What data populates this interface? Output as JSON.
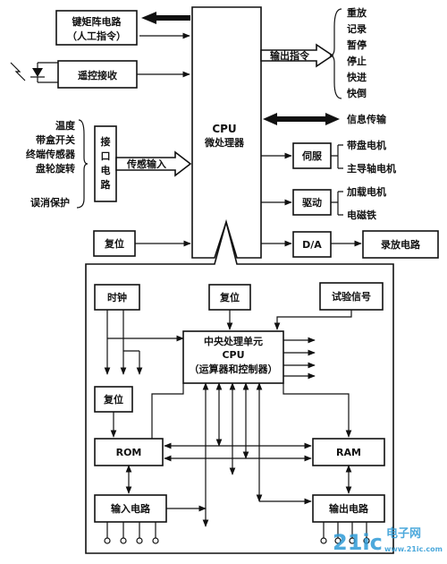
{
  "top": {
    "keyboard": [
      "键矩阵电路",
      "（人工指令）"
    ],
    "remote": "遥控接收",
    "cpu": [
      "CPU",
      "微处理器"
    ],
    "output_cmd": "输出指令",
    "output_items": [
      "重放",
      "记录",
      "暂停",
      "停止",
      "快进",
      "快倒"
    ],
    "info": "信息传输",
    "sensors": [
      "温度",
      "带盒开关",
      "终端传感器",
      "盘轮旋转"
    ],
    "protect": "误消保护",
    "interface": "接口电路",
    "sensor_in": "传感输入",
    "servo": "伺服",
    "servo_items": [
      "带盘电机",
      "主导轴电机"
    ],
    "drive": "驱动",
    "drive_items": [
      "加载电机",
      "电磁铁"
    ],
    "reset": "复位",
    "da": "D/A",
    "record": "录放电路"
  },
  "detail": {
    "clock": "时钟",
    "reset_top": "复位",
    "test": "试验信号",
    "cpu_unit": [
      "中央处理单元",
      "CPU",
      "（运算器和控制器）"
    ],
    "reset_left": "复位",
    "rom": "ROM",
    "ram": "RAM",
    "input": "输入电路",
    "output": "输出电路"
  },
  "watermark": {
    "main": "21ic",
    "cn": "电子网",
    "url": "www.21ic.com"
  }
}
